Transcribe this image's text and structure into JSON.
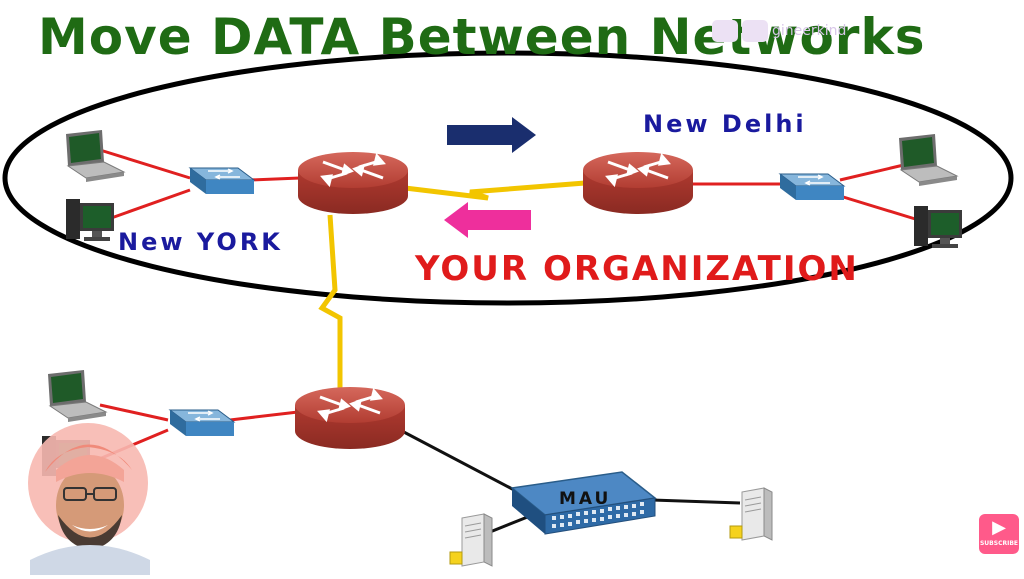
{
  "title": "Move DATA Between Networks",
  "labels": {
    "new_york": "New YORK",
    "new_delhi": "New Delhi",
    "organization": "YOUR ORGANIZATION",
    "mau": "MAU"
  },
  "watermark": "gineerkind",
  "subscribe": {
    "icon": "play-icon",
    "label": "SUBSCRIBE"
  },
  "colors": {
    "title": "#1f6b14",
    "city_labels": "#1a1a9e",
    "organization": "#e01b1b",
    "router": "#c9473c",
    "switch": "#3b7fb6",
    "ethernet_link": "#e02020",
    "wan_link": "#f2c500",
    "arrow_right": "#1a2e6e",
    "arrow_left": "#ee2f9c"
  }
}
